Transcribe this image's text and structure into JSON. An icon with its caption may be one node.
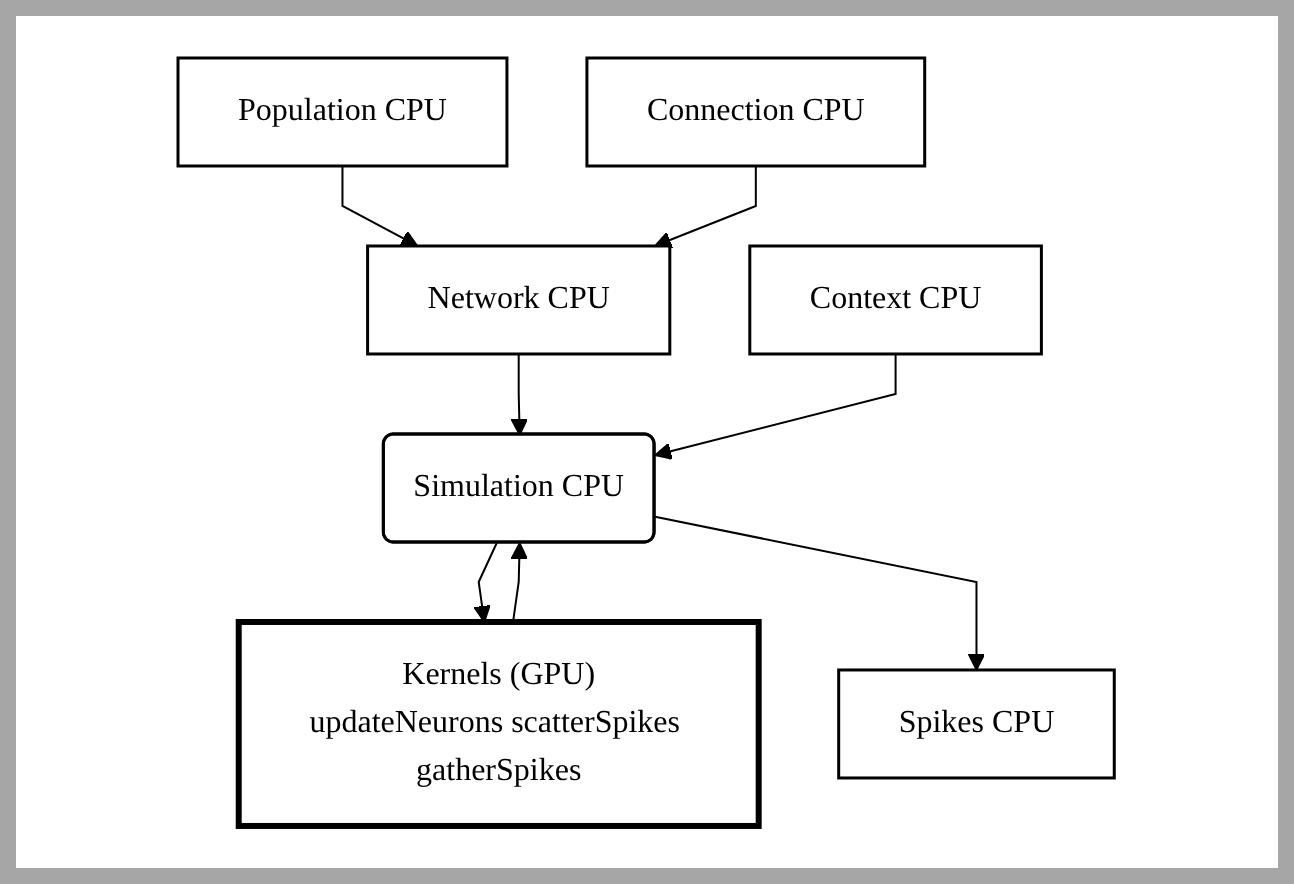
{
  "diagram": {
    "nodes": [
      {
        "text": [
          "Population CPU"
        ]
      },
      {
        "text": [
          "Connection CPU"
        ]
      },
      {
        "text": [
          "Network CPU"
        ]
      },
      {
        "text": [
          "Context CPU"
        ]
      },
      {
        "text": [
          "Simulation CPU"
        ]
      },
      {
        "text": [
          "Kernels (GPU)",
          "updateNeurons scatterSpikes gatherSpikes"
        ]
      },
      {
        "text": [
          "Spikes CPU"
        ]
      }
    ],
    "edges": [
      {
        "from": 0,
        "to": 2,
        "arrow": "to"
      },
      {
        "from": 1,
        "to": 2,
        "arrow": "to"
      },
      {
        "from": 2,
        "to": 4,
        "arrow": "to"
      },
      {
        "from": 3,
        "to": 4,
        "arrow": "to"
      },
      {
        "from": 4,
        "to": 5,
        "arrow": "to"
      },
      {
        "from": 5,
        "to": 4,
        "arrow": "to"
      },
      {
        "from": 4,
        "to": 6,
        "arrow": "to"
      }
    ]
  }
}
